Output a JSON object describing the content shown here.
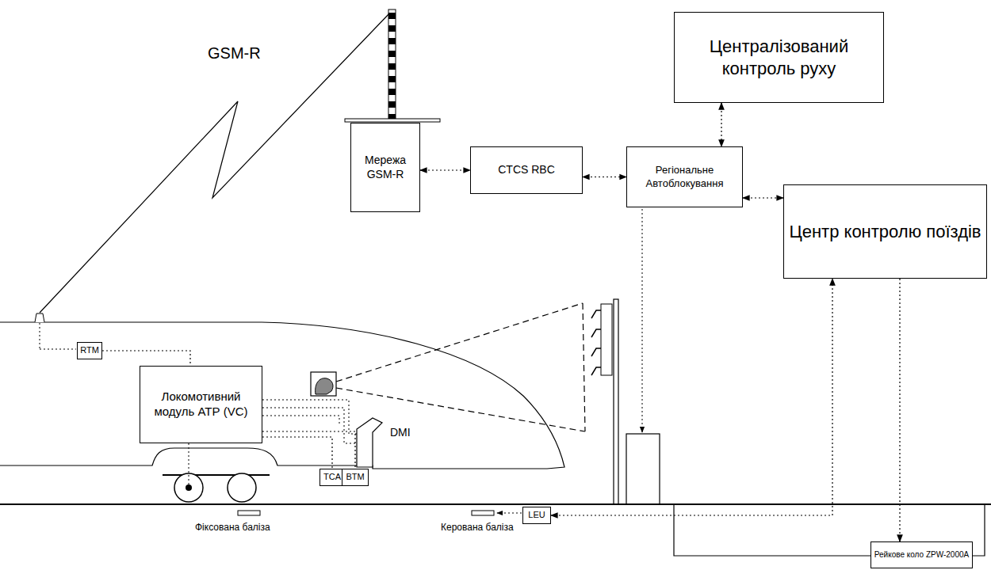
{
  "diagram": {
    "nodes": [
      {
        "text": [
          "Централізований контроль руху"
        ]
      },
      {
        "text": [
          "Мережа GSM-R"
        ]
      },
      {
        "text": [
          "CTCS RBC"
        ]
      },
      {
        "text": [
          "Регіональне Автоблокування"
        ]
      },
      {
        "text": [
          "Центр контролю поїздів"
        ]
      },
      {
        "text": [
          "RTM"
        ]
      },
      {
        "text": [
          "Локомотивний модуль АТР (VC)"
        ]
      },
      {
        "text": [
          "TCA"
        ]
      },
      {
        "text": [
          "BTM"
        ]
      },
      {
        "text": [
          "LEU"
        ]
      },
      {
        "text": [
          "Рейкове коло ZPW-2000A"
        ]
      }
    ],
    "edges": [
      {
        "from": 1,
        "to": 2,
        "arrow": "both"
      },
      {
        "from": 2,
        "to": 3,
        "arrow": "both"
      },
      {
        "from": 0,
        "to": 3,
        "arrow": "both"
      },
      {
        "from": 3,
        "to": 4,
        "arrow": "both"
      },
      {
        "from": 4,
        "to": 10,
        "arrow": "to"
      },
      {
        "from": 9,
        "to": 4,
        "arrow": "both"
      },
      {
        "from": 5,
        "to": 6,
        "arrow": "none"
      },
      {
        "from": 6,
        "to": 7,
        "arrow": "none"
      },
      {
        "from": 6,
        "to": 8,
        "arrow": "none"
      }
    ],
    "labels": [
      "GSM-R",
      "DMI",
      "Фіксована баліза",
      "Керована баліза"
    ]
  }
}
